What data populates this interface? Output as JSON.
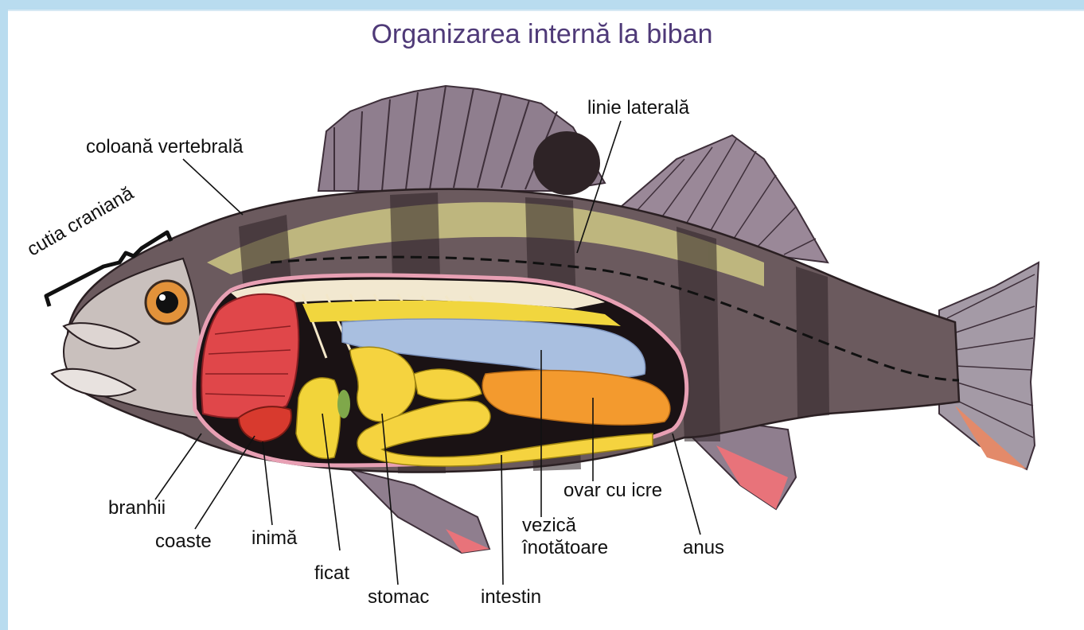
{
  "title": "Organizarea internă la biban",
  "labels": {
    "coloana": "coloană vertebrală",
    "linie": "linie laterală",
    "cutia": "cutia craniană",
    "branhii": "branhii",
    "coaste": "coaste",
    "inima": "inimă",
    "ficat": "ficat",
    "stomac": "stomac",
    "intestin": "intestin",
    "ovar": "ovar cu icre",
    "vezica_1": "vezică",
    "vezica_2": "înotătoare",
    "anus": "anus"
  },
  "colors": {
    "title": "#4f3a78",
    "body_dark": "#4a3a3e",
    "body_light": "#d9d2cf",
    "fin": "#8b7a8a",
    "gills": "#e0474a",
    "liver": "#f2d43a",
    "stomach": "#f5d33f",
    "swim_bladder": "#a9bfe0",
    "ovary": "#f39a2e",
    "cavity_outline": "#e8a0b4"
  }
}
